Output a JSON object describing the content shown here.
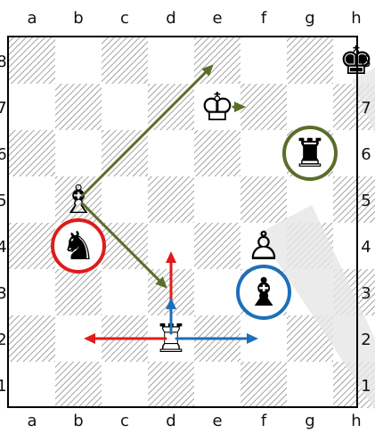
{
  "board": {
    "files": [
      "a",
      "b",
      "c",
      "d",
      "e",
      "f",
      "g",
      "h"
    ],
    "ranks": [
      "8",
      "7",
      "6",
      "5",
      "4",
      "3",
      "2",
      "1"
    ],
    "light_square_color": "#ffffff",
    "dark_square_color": "#d9d9d9",
    "hatch_color": "#9a9a9a"
  },
  "pieces": [
    {
      "name": "black-king",
      "square": "h8",
      "glyph": "♚",
      "color": "black"
    },
    {
      "name": "white-king",
      "square": "e7",
      "glyph": "♔",
      "color": "white"
    },
    {
      "name": "black-rook",
      "square": "g6",
      "glyph": "♜",
      "color": "black"
    },
    {
      "name": "white-bishop",
      "square": "b5",
      "glyph": "♗",
      "color": "white"
    },
    {
      "name": "black-knight",
      "square": "b4",
      "glyph": "♞",
      "color": "black"
    },
    {
      "name": "white-pawn",
      "square": "f4",
      "glyph": "♙",
      "color": "white"
    },
    {
      "name": "black-bishop",
      "square": "f3",
      "glyph": "♝",
      "color": "black"
    },
    {
      "name": "white-rook",
      "square": "d2",
      "glyph": "♖",
      "color": "white"
    }
  ],
  "highlights": [
    {
      "name": "rook-circle",
      "square": "g6",
      "color": "#5a6e2a"
    },
    {
      "name": "knight-circle",
      "square": "b4",
      "color": "#e01b1b"
    },
    {
      "name": "bishop-circle",
      "square": "f3",
      "color": "#1d6fb8"
    }
  ],
  "arrows": [
    {
      "name": "arrow-b5-e8",
      "from": "b5",
      "to": "e8",
      "color": "#5a6e2a"
    },
    {
      "name": "arrow-b5-d3",
      "from": "b5",
      "to": "d3",
      "color": "#5a6e2a"
    },
    {
      "name": "arrow-e7-f7",
      "from": "e7",
      "to": "f7",
      "color": "#5a6e2a",
      "short": true
    },
    {
      "name": "arrow-d2-b2",
      "from": "d2",
      "to": "b2",
      "color": "#e01b1b"
    },
    {
      "name": "arrow-d2-d4",
      "from": "d2",
      "to": "d4",
      "color": "#e01b1b"
    },
    {
      "name": "arrow-d2-f2",
      "from": "d2",
      "to": "f2",
      "color": "#1d6fb8"
    },
    {
      "name": "arrow-d2-d3",
      "from": "d2",
      "to": "d3",
      "color": "#1d6fb8"
    }
  ],
  "watermark_color": "#e6e6e6"
}
